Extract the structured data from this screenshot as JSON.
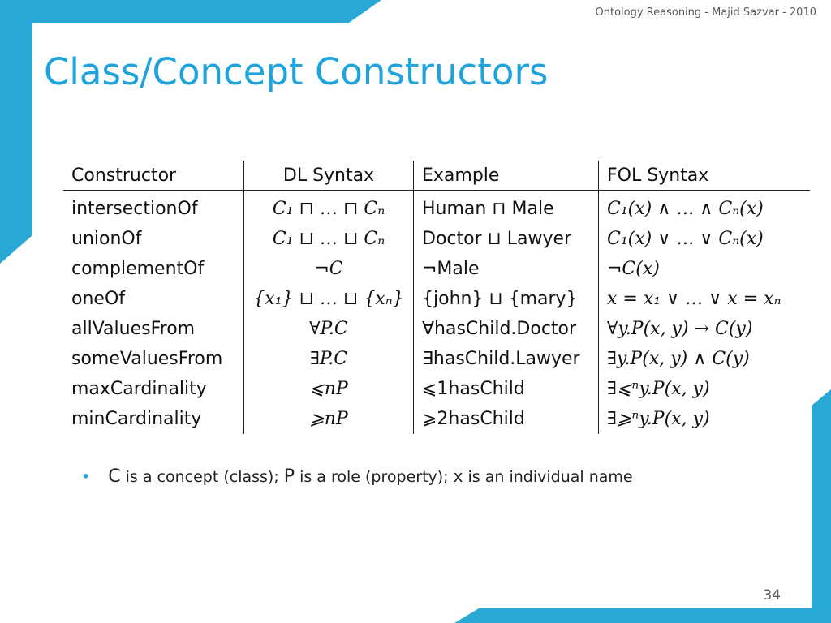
{
  "slide": {
    "header_note": "Ontology Reasoning - Majid Sazvar - 2010",
    "title": "Class/Concept Constructors",
    "page_number": "34",
    "accent_color": "#1fa3dd",
    "decor_color": "#29a8d6"
  },
  "table": {
    "headers": {
      "constructor": "Constructor",
      "dl": "DL Syntax",
      "example": "Example",
      "fol": "FOL Syntax"
    },
    "rows": [
      {
        "constructor": "intersectionOf",
        "dl": "C₁ ⊓ … ⊓ Cₙ",
        "example": "Human ⊓ Male",
        "fol": "C₁(x) ∧ … ∧ Cₙ(x)"
      },
      {
        "constructor": "unionOf",
        "dl": "C₁ ⊔ … ⊔ Cₙ",
        "example": "Doctor ⊔ Lawyer",
        "fol": "C₁(x) ∨ … ∨ Cₙ(x)"
      },
      {
        "constructor": "complementOf",
        "dl": "¬C",
        "example": "¬Male",
        "fol": "¬C(x)"
      },
      {
        "constructor": "oneOf",
        "dl": "{x₁} ⊔ … ⊔ {xₙ}",
        "example": "{john} ⊔ {mary}",
        "fol": "x = x₁ ∨ … ∨ x = xₙ"
      },
      {
        "constructor": "allValuesFrom",
        "dl": "∀P.C",
        "example": "∀hasChild.Doctor",
        "fol": "∀y.P(x, y) → C(y)"
      },
      {
        "constructor": "someValuesFrom",
        "dl": "∃P.C",
        "example": "∃hasChild.Lawyer",
        "fol": "∃y.P(x, y) ∧ C(y)"
      },
      {
        "constructor": "maxCardinality",
        "dl": "⩽nP",
        "example": "⩽1hasChild",
        "fol": "∃⩽ⁿy.P(x, y)"
      },
      {
        "constructor": "minCardinality",
        "dl": "⩾nP",
        "example": "⩾2hasChild",
        "fol": "∃⩾ⁿy.P(x, y)"
      }
    ]
  },
  "bullet": {
    "c_symbol": "C",
    "c_text": " is a concept (class); ",
    "p_symbol": "P",
    "p_text": " is a role (property); ",
    "x_symbol": "x",
    "x_text": " is an individual name"
  }
}
